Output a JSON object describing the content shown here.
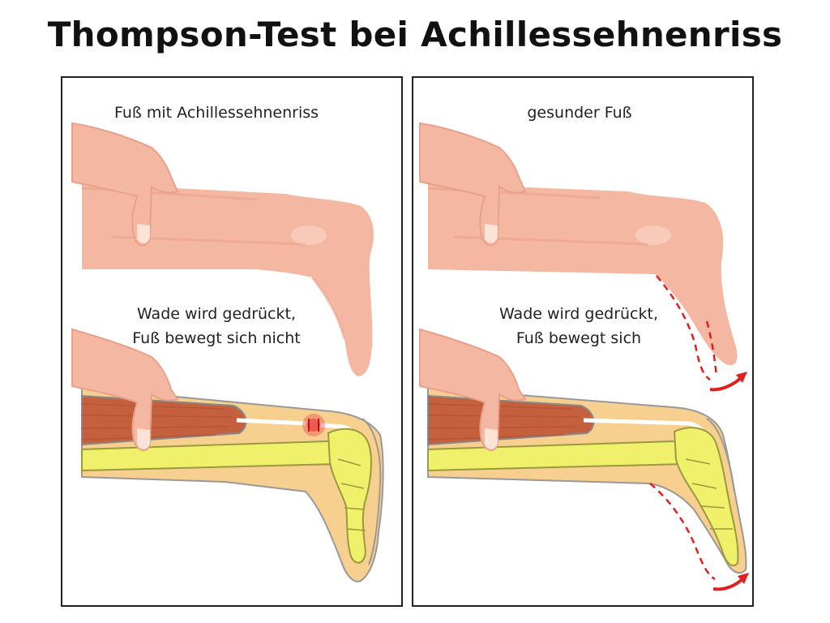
{
  "title": "Thompson-Test bei Achillessehnenriss",
  "panels": [
    {
      "heading": "Fuß mit Achillessehnenriss",
      "caption_line1": "Wade wird gedrückt,",
      "caption_line2": "Fuß bewegt sich nicht"
    },
    {
      "heading": "gesunder Fuß",
      "caption_line1": "Wade wird gedrückt,",
      "caption_line2": "Fuß bewegt sich"
    }
  ],
  "colors": {
    "skin": "#f4b8a2",
    "skin_shadow": "#e9a08a",
    "soft_tissue": "#f7cf8e",
    "bone": "#f1f06a",
    "muscle": "#c5603e",
    "rupture": "#e8323c",
    "arrow": "#e0201e"
  }
}
